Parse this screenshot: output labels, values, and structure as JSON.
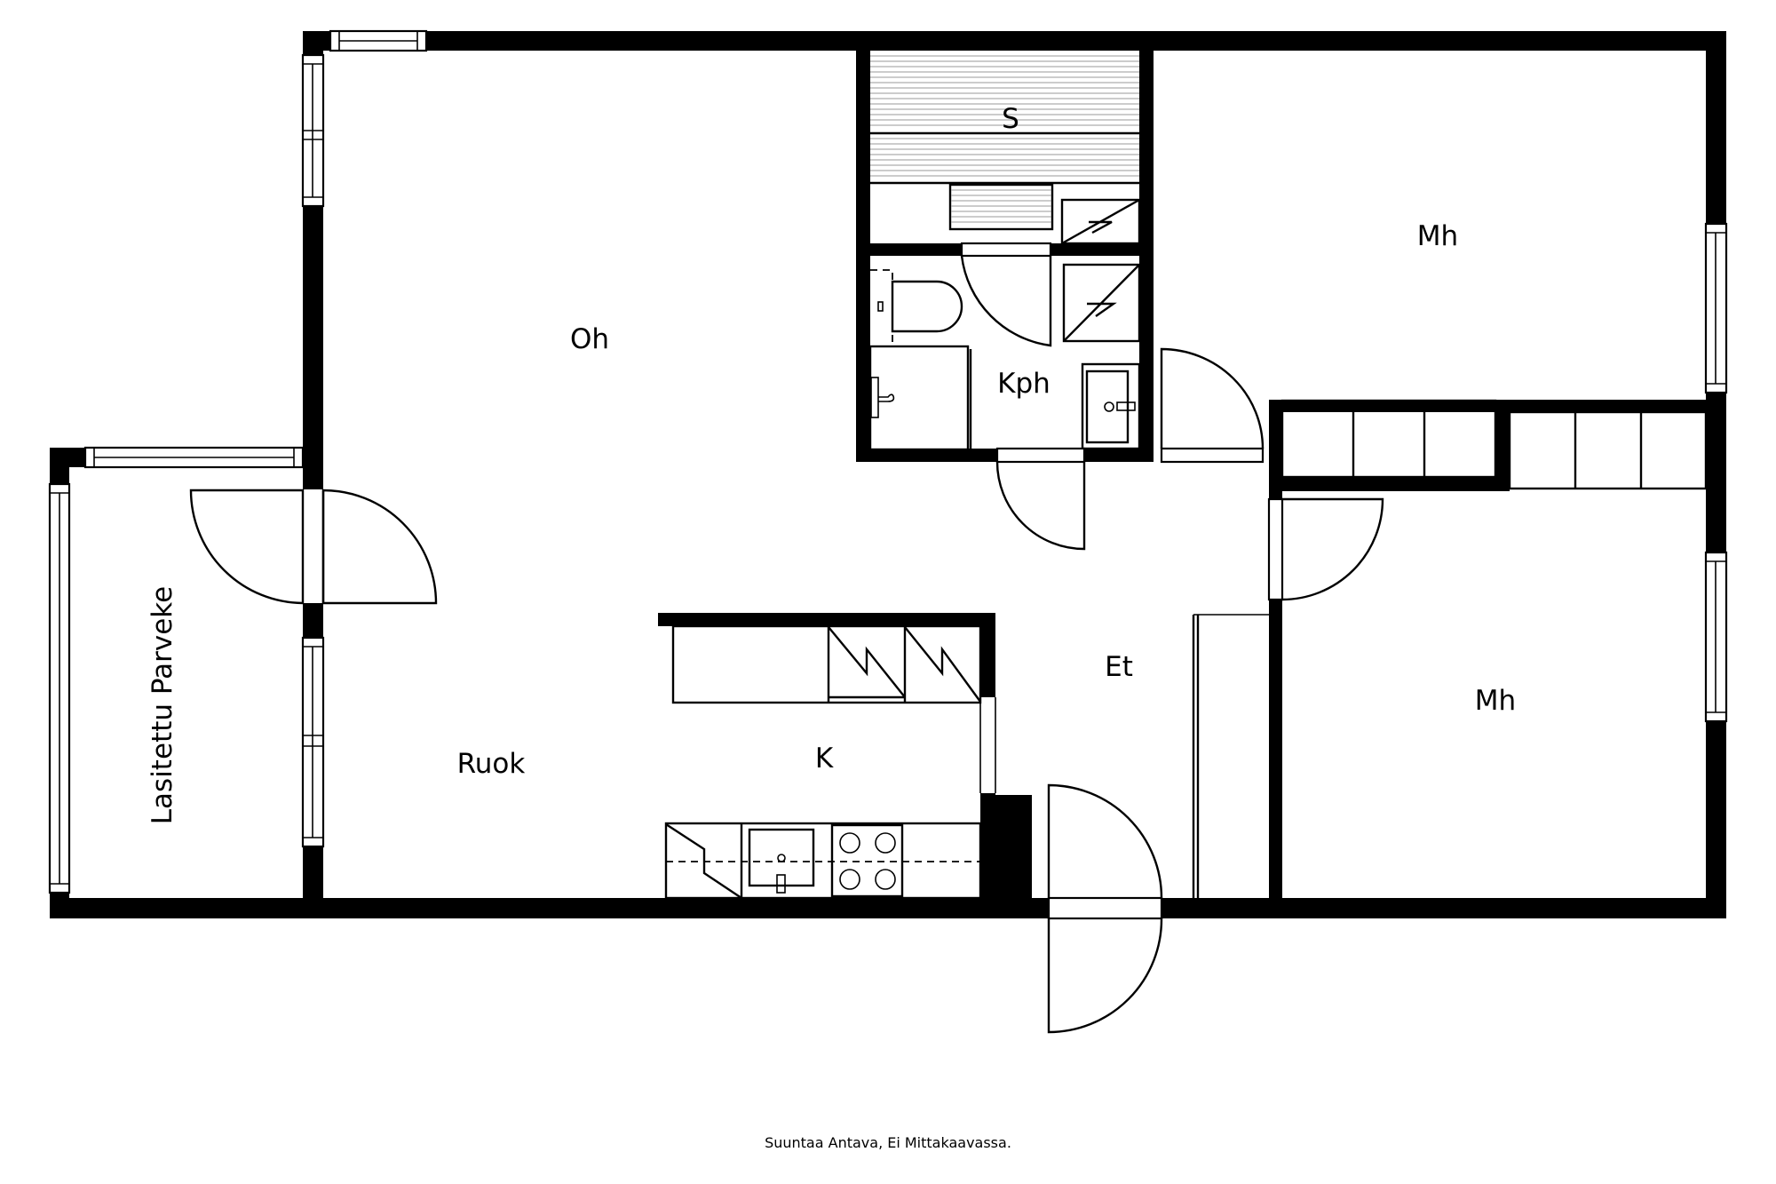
{
  "plan": {
    "rooms": [
      {
        "id": "oh",
        "label": "Oh"
      },
      {
        "id": "s",
        "label": "S"
      },
      {
        "id": "kph",
        "label": "Kph"
      },
      {
        "id": "mh1",
        "label": "Mh"
      },
      {
        "id": "mh2",
        "label": "Mh"
      },
      {
        "id": "et",
        "label": "Et"
      },
      {
        "id": "k",
        "label": "K"
      },
      {
        "id": "ruok",
        "label": "Ruok"
      },
      {
        "id": "parveke",
        "label": "Lasitettu Parveke"
      }
    ],
    "footnote": "Suuntaa Antava, Ei Mittakaavassa."
  }
}
